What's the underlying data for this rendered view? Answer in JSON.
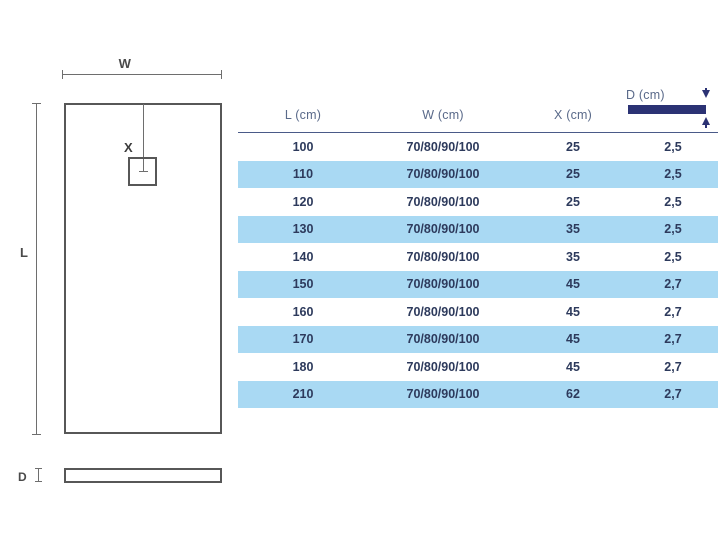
{
  "diagram": {
    "width_label": "W",
    "length_label": "L",
    "drain_offset_label": "X",
    "depth_label": "D",
    "shapes": {
      "tray_top_view": "rectangle-outline",
      "drain": "square-outline",
      "tray_side_profile": "thin-rectangle-outline"
    }
  },
  "legend": {
    "depth_label": "D (cm)",
    "bar_color": "#2b3274",
    "arrow_top": "down-arrow-icon",
    "arrow_bottom": "up-arrow-icon"
  },
  "colors": {
    "navy": "#2b3274",
    "header_text": "#5a6a8a",
    "row_highlight": "#a9d9f3",
    "cell_text": "#2d3a5c",
    "line": "#6e6e6e",
    "outline": "#575757"
  },
  "table": {
    "headers": [
      "L (cm)",
      "W (cm)",
      "X (cm)",
      ""
    ],
    "rows": [
      {
        "l": "100",
        "w": "70/80/90/100",
        "x": "25",
        "d": "2,5"
      },
      {
        "l": "110",
        "w": "70/80/90/100",
        "x": "25",
        "d": "2,5"
      },
      {
        "l": "120",
        "w": "70/80/90/100",
        "x": "25",
        "d": "2,5"
      },
      {
        "l": "130",
        "w": "70/80/90/100",
        "x": "35",
        "d": "2,5"
      },
      {
        "l": "140",
        "w": "70/80/90/100",
        "x": "35",
        "d": "2,5"
      },
      {
        "l": "150",
        "w": "70/80/90/100",
        "x": "45",
        "d": "2,7"
      },
      {
        "l": "160",
        "w": "70/80/90/100",
        "x": "45",
        "d": "2,7"
      },
      {
        "l": "170",
        "w": "70/80/90/100",
        "x": "45",
        "d": "2,7"
      },
      {
        "l": "180",
        "w": "70/80/90/100",
        "x": "45",
        "d": "2,7"
      },
      {
        "l": "210",
        "w": "70/80/90/100",
        "x": "62",
        "d": "2,7"
      }
    ]
  }
}
